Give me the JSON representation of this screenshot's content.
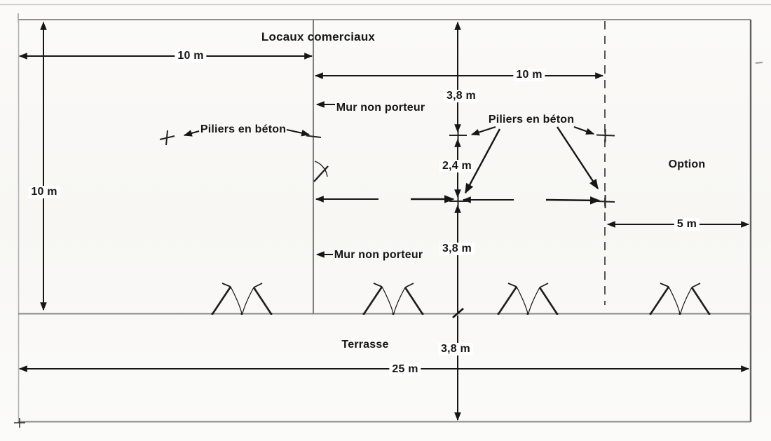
{
  "page": {
    "background": "#f8f7f4",
    "ink_color": "#161616",
    "wall_color": "#8a8a8a"
  },
  "labels": {
    "locaux": "Locaux comerciaux",
    "mur_non_porteur_haut": "Mur non porteur",
    "mur_non_porteur_bas": "Mur non porteur",
    "piliers_gauche": "Piliers en béton",
    "piliers_droite": "Piliers en béton",
    "option": "Option",
    "terrasse": "Terrasse"
  },
  "dimensions": {
    "largeur_local_gauche": "10 m",
    "profondeur_local_gauche": "10 m",
    "largeur_local_droit": "10 m",
    "travee_haute": "3,8 m",
    "entre_piliers": "2,4 m",
    "travee_basse": "3,8 m",
    "profondeur_terrasse": "3,8 m",
    "largeur_option": "5 m",
    "largeur_totale": "25 m"
  }
}
